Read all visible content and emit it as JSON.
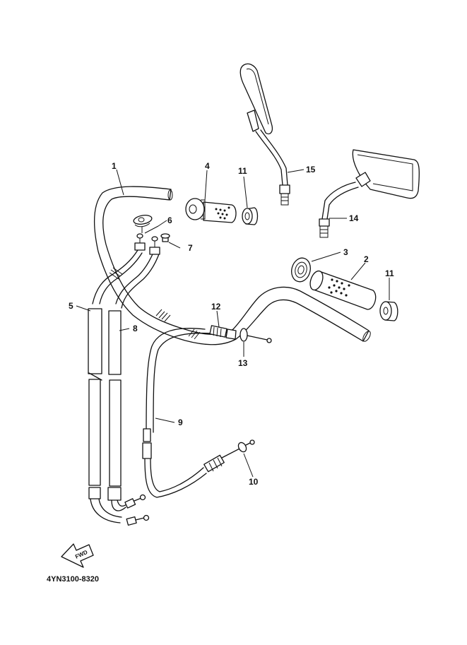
{
  "diagram_code": "4YN3100-8320",
  "direction_label": "FWD",
  "callouts": [
    {
      "id": "1",
      "text": "1"
    },
    {
      "id": "2",
      "text": "2"
    },
    {
      "id": "3",
      "text": "3"
    },
    {
      "id": "4",
      "text": "4"
    },
    {
      "id": "5",
      "text": "5"
    },
    {
      "id": "6",
      "text": "6"
    },
    {
      "id": "7",
      "text": "7"
    },
    {
      "id": "8",
      "text": "8"
    },
    {
      "id": "9",
      "text": "9"
    },
    {
      "id": "10",
      "text": "10"
    },
    {
      "id": "11a",
      "text": "11"
    },
    {
      "id": "11b",
      "text": "11"
    },
    {
      "id": "12",
      "text": "12"
    },
    {
      "id": "13",
      "text": "13"
    },
    {
      "id": "14",
      "text": "14"
    },
    {
      "id": "15",
      "text": "15"
    }
  ]
}
